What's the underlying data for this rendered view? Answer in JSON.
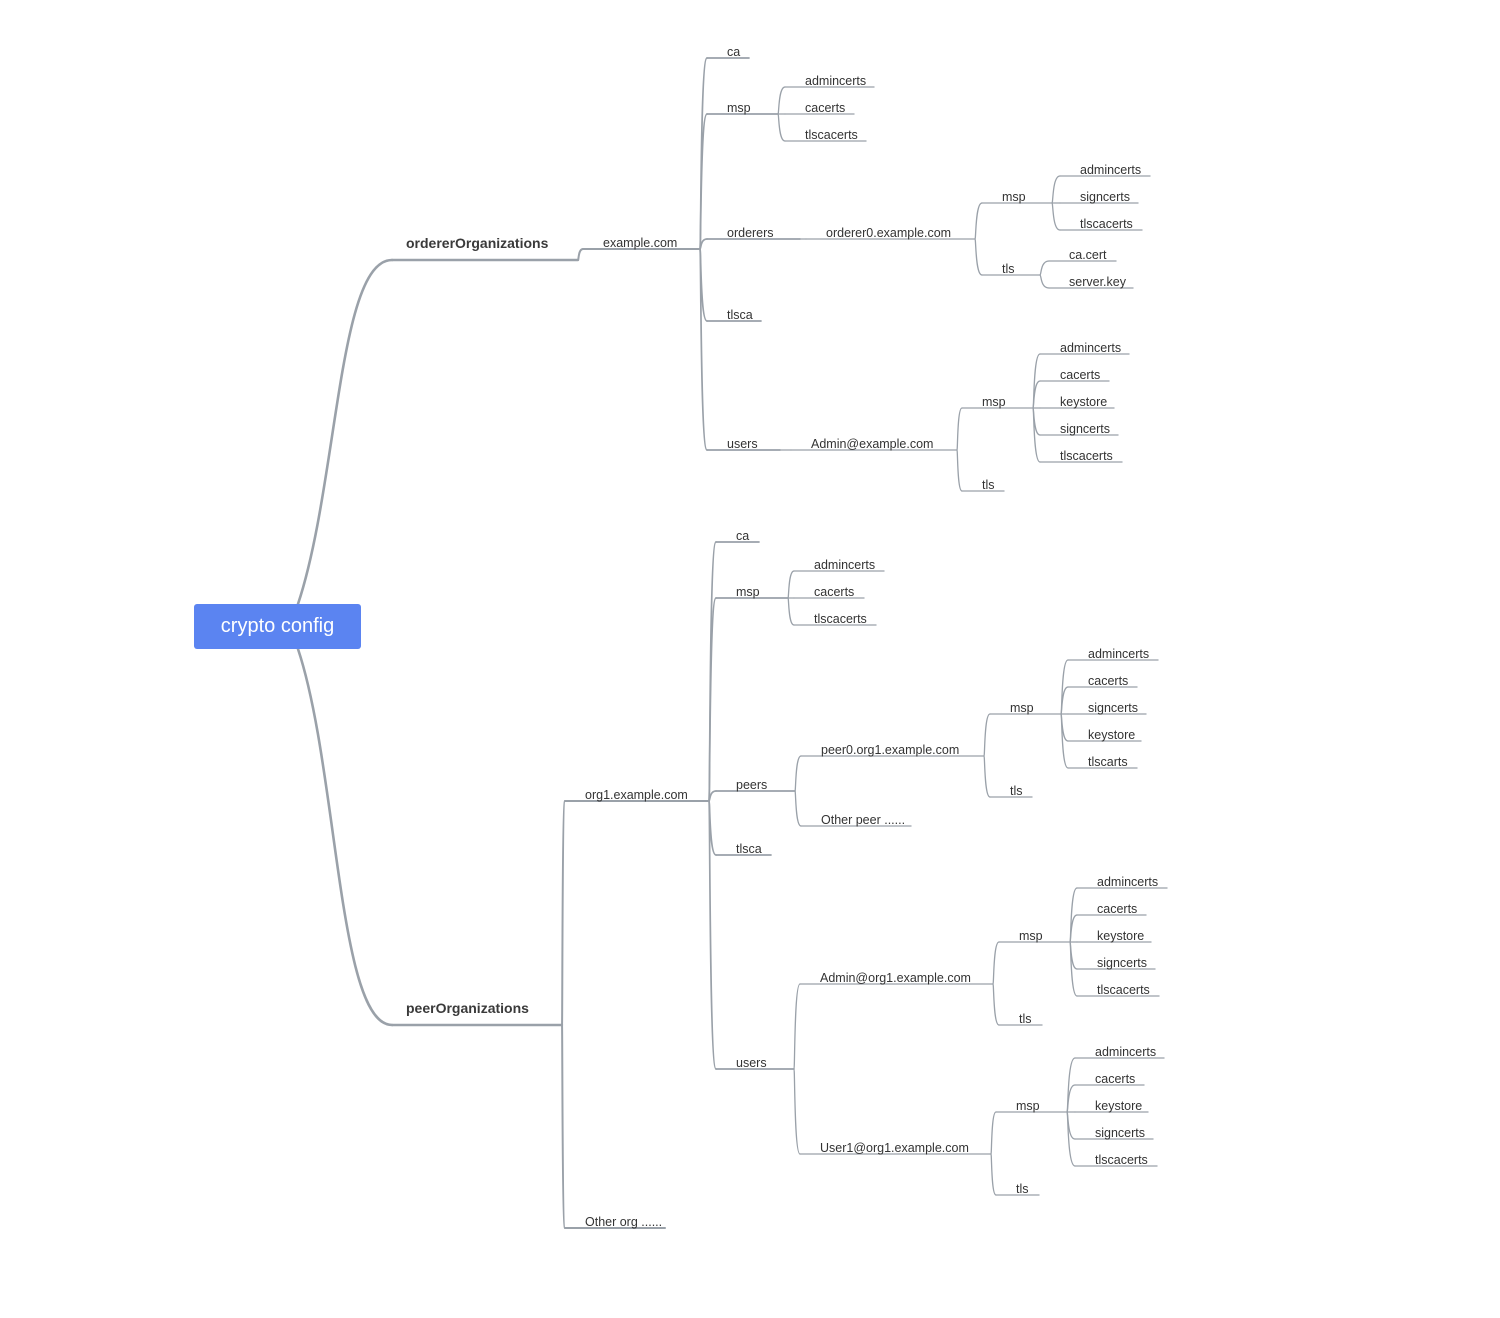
{
  "root": {
    "label": "crypto config"
  },
  "tree": {
    "label": "crypto config",
    "children": [
      {
        "label": "ordererOrganizations",
        "children": [
          {
            "label": "example.com",
            "children": [
              {
                "label": "ca"
              },
              {
                "label": "msp",
                "children": [
                  {
                    "label": "admincerts"
                  },
                  {
                    "label": "cacerts"
                  },
                  {
                    "label": "tlscacerts"
                  }
                ]
              },
              {
                "label": "orderers",
                "children": [
                  {
                    "label": "orderer0.example.com",
                    "children": [
                      {
                        "label": "msp",
                        "children": [
                          {
                            "label": "admincerts"
                          },
                          {
                            "label": "signcerts"
                          },
                          {
                            "label": "tlscacerts"
                          }
                        ]
                      },
                      {
                        "label": "tls",
                        "children": [
                          {
                            "label": "ca.cert"
                          },
                          {
                            "label": "server.key"
                          }
                        ]
                      }
                    ]
                  }
                ]
              },
              {
                "label": "tlsca"
              },
              {
                "label": "users",
                "children": [
                  {
                    "label": "Admin@example.com",
                    "children": [
                      {
                        "label": "msp",
                        "children": [
                          {
                            "label": "admincerts"
                          },
                          {
                            "label": "cacerts"
                          },
                          {
                            "label": "keystore"
                          },
                          {
                            "label": "signcerts"
                          },
                          {
                            "label": "tlscacerts"
                          }
                        ]
                      },
                      {
                        "label": "tls"
                      }
                    ]
                  }
                ]
              }
            ]
          }
        ]
      },
      {
        "label": "peerOrganizations",
        "children": [
          {
            "label": "org1.example.com",
            "children": [
              {
                "label": "ca"
              },
              {
                "label": "msp",
                "children": [
                  {
                    "label": "admincerts"
                  },
                  {
                    "label": "cacerts"
                  },
                  {
                    "label": "tlscacerts"
                  }
                ]
              },
              {
                "label": "peers",
                "children": [
                  {
                    "label": "peer0.org1.example.com",
                    "children": [
                      {
                        "label": "msp",
                        "children": [
                          {
                            "label": "admincerts"
                          },
                          {
                            "label": "cacerts"
                          },
                          {
                            "label": "signcerts"
                          },
                          {
                            "label": "keystore"
                          },
                          {
                            "label": "tlscarts"
                          }
                        ]
                      },
                      {
                        "label": "tls"
                      }
                    ]
                  },
                  {
                    "label": "Other peer ......"
                  }
                ]
              },
              {
                "label": "tlsca"
              },
              {
                "label": "users",
                "children": [
                  {
                    "label": "Admin@org1.example.com",
                    "children": [
                      {
                        "label": "msp",
                        "children": [
                          {
                            "label": "admincerts"
                          },
                          {
                            "label": "cacerts"
                          },
                          {
                            "label": "keystore"
                          },
                          {
                            "label": "signcerts"
                          },
                          {
                            "label": "tlscacerts"
                          }
                        ]
                      },
                      {
                        "label": "tls"
                      }
                    ]
                  },
                  {
                    "label": "User1@org1.example.com",
                    "children": [
                      {
                        "label": "msp",
                        "children": [
                          {
                            "label": "admincerts"
                          },
                          {
                            "label": "cacerts"
                          },
                          {
                            "label": "keystore"
                          },
                          {
                            "label": "signcerts"
                          },
                          {
                            "label": "tlscacerts"
                          }
                        ]
                      },
                      {
                        "label": "tls"
                      }
                    ]
                  }
                ]
              }
            ]
          },
          {
            "label": "Other org ......"
          }
        ]
      }
    ]
  },
  "colors": {
    "root_fill": "#5b84f1",
    "root_text": "#ffffff",
    "branch_line": "#9aa1a9",
    "label_text": "#333333"
  }
}
